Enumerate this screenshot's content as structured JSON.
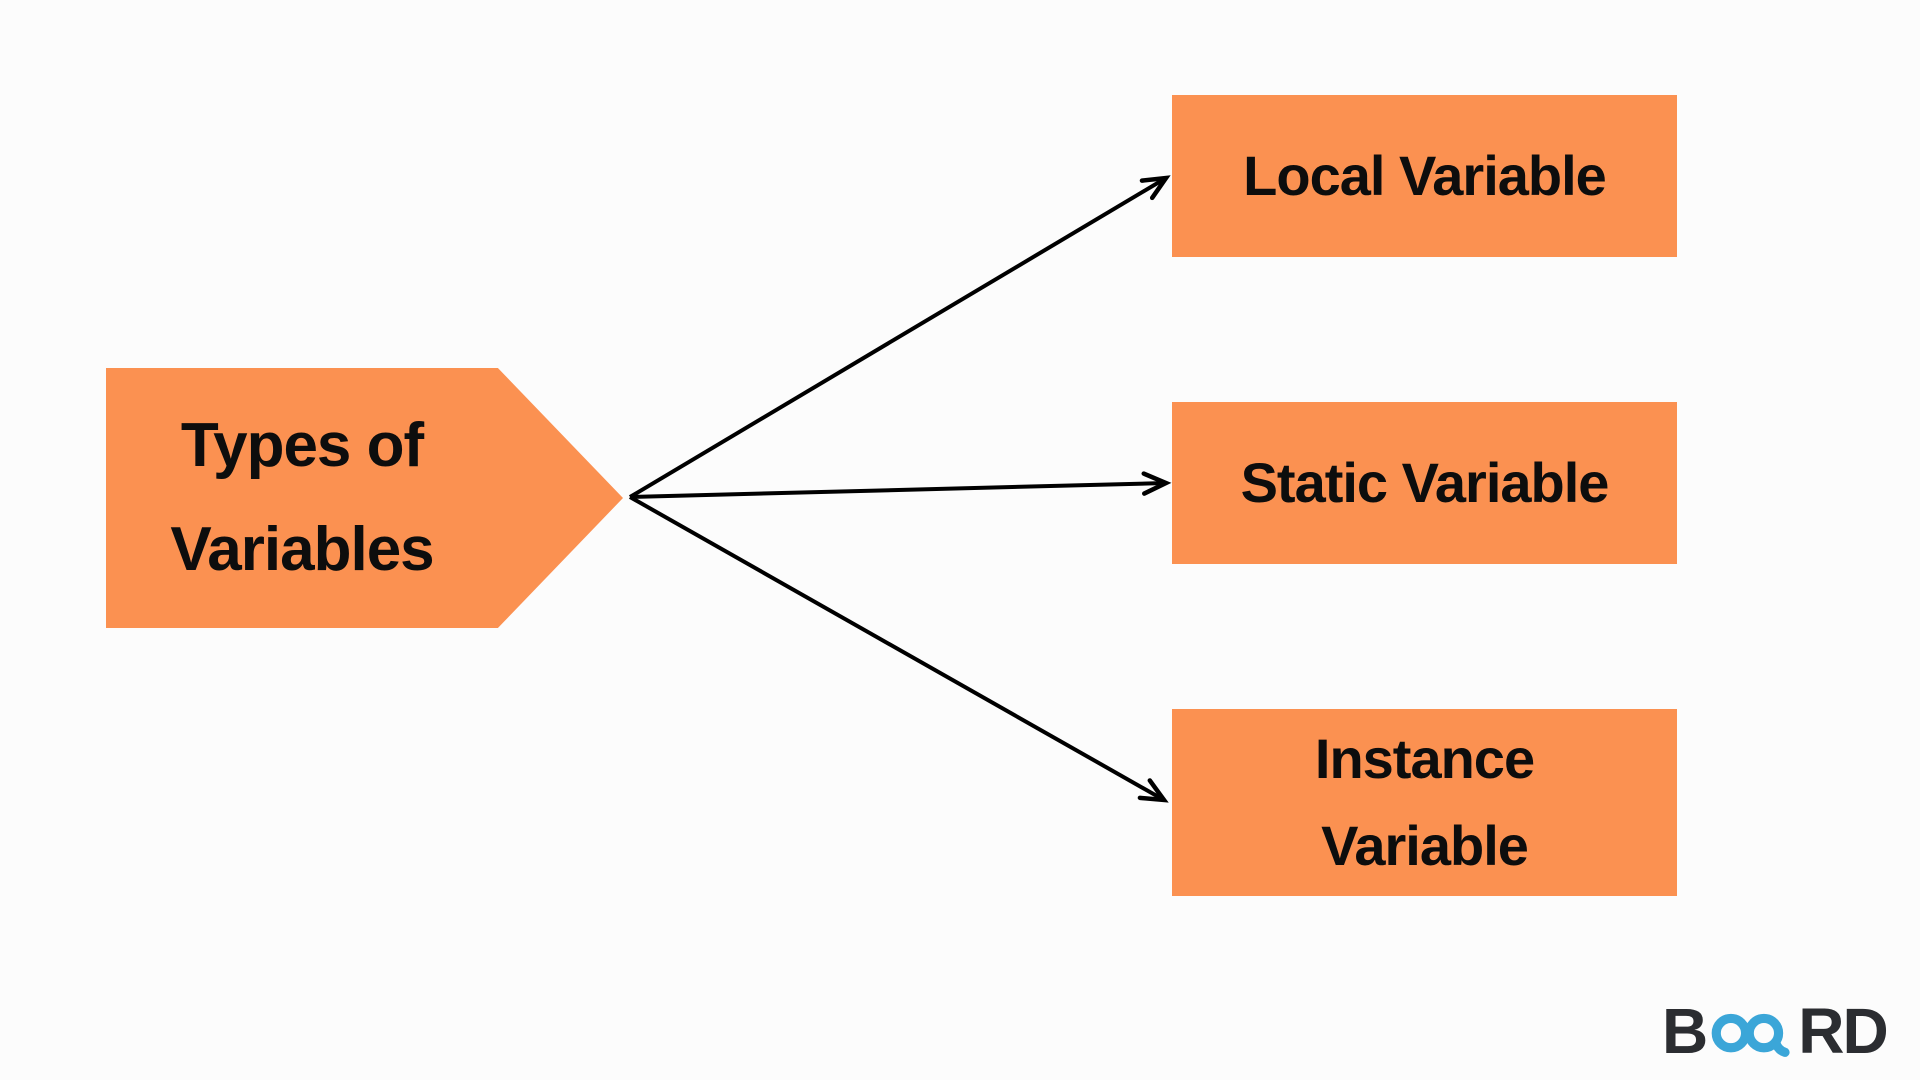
{
  "page": {
    "background": "#FCFCFC"
  },
  "colors": {
    "node_fill": "#FB9151",
    "node_text": "#0D0D0D",
    "arrow": "#000000",
    "logo_dark": "#2B2D31",
    "logo_blue": "#3BA6D8"
  },
  "diagram": {
    "root": {
      "lines": [
        "Types of",
        "Variables"
      ]
    },
    "children": [
      {
        "label": "Local Variable"
      },
      {
        "label": "Static Variable"
      },
      {
        "lines": [
          "Instance",
          "Variable"
        ]
      }
    ]
  },
  "logo": {
    "prefix": "B",
    "infinity_icon": "infinity-icon",
    "suffix": "RD"
  }
}
